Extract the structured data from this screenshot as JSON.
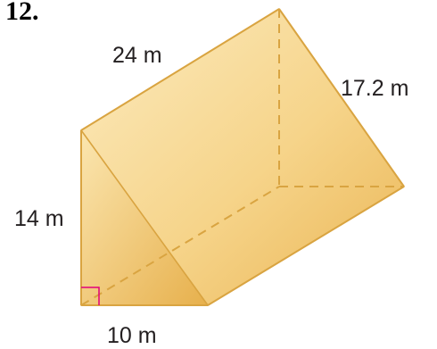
{
  "problem": {
    "number": "12."
  },
  "figure": {
    "shape": "triangular-prism",
    "labels": {
      "length": "24 m",
      "slant": "17.2 m",
      "height": "14 m",
      "base": "10 m"
    },
    "colors": {
      "face_light": "#fdebb8",
      "face_mid": "#f6d48a",
      "face_dark": "#e9b34e",
      "edge": "#d9a441",
      "right_angle_mark": "#e2007a"
    }
  }
}
